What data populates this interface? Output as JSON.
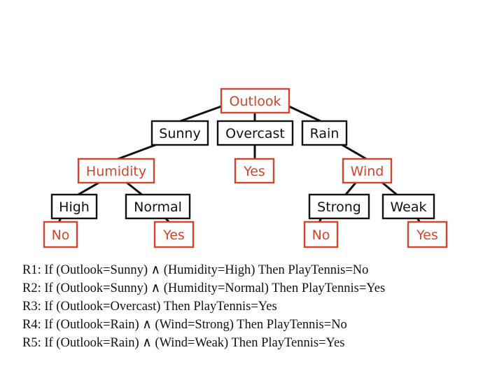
{
  "tree": {
    "nodes": [
      {
        "id": "outlook",
        "label": "Outlook",
        "kind": "attribute"
      },
      {
        "id": "sunny",
        "label": "Sunny",
        "kind": "value"
      },
      {
        "id": "overcast",
        "label": "Overcast",
        "kind": "value"
      },
      {
        "id": "rain",
        "label": "Rain",
        "kind": "value"
      },
      {
        "id": "humidity",
        "label": "Humidity",
        "kind": "attribute"
      },
      {
        "id": "yes_overcast",
        "label": "Yes",
        "kind": "leaf"
      },
      {
        "id": "wind",
        "label": "Wind",
        "kind": "attribute"
      },
      {
        "id": "high",
        "label": "High",
        "kind": "value"
      },
      {
        "id": "normal",
        "label": "Normal",
        "kind": "value"
      },
      {
        "id": "strong",
        "label": "Strong",
        "kind": "value"
      },
      {
        "id": "weak",
        "label": "Weak",
        "kind": "value"
      },
      {
        "id": "no_high",
        "label": "No",
        "kind": "leaf"
      },
      {
        "id": "yes_normal",
        "label": "Yes",
        "kind": "leaf"
      },
      {
        "id": "no_strong",
        "label": "No",
        "kind": "leaf"
      },
      {
        "id": "yes_weak",
        "label": "Yes",
        "kind": "leaf"
      }
    ],
    "edges": [
      [
        "outlook",
        "sunny"
      ],
      [
        "outlook",
        "overcast"
      ],
      [
        "outlook",
        "rain"
      ],
      [
        "sunny",
        "humidity"
      ],
      [
        "overcast",
        "yes_overcast"
      ],
      [
        "rain",
        "wind"
      ],
      [
        "humidity",
        "high"
      ],
      [
        "humidity",
        "normal"
      ],
      [
        "wind",
        "strong"
      ],
      [
        "wind",
        "weak"
      ],
      [
        "high",
        "no_high"
      ],
      [
        "normal",
        "yes_normal"
      ],
      [
        "strong",
        "no_strong"
      ],
      [
        "weak",
        "yes_weak"
      ]
    ],
    "colors": {
      "attribute": "#d2452c",
      "value": "#111111",
      "leaf": "#d2452c",
      "edge": "#111111"
    }
  },
  "rules": [
    "R1: If (Outlook=Sunny) ∧ (Humidity=High) Then PlayTennis=No",
    "R2: If (Outlook=Sunny) ∧ (Humidity=Normal) Then PlayTennis=Yes",
    "R3: If (Outlook=Overcast) Then PlayTennis=Yes",
    "R4: If (Outlook=Rain) ∧  (Wind=Strong) Then PlayTennis=No",
    "R5: If (Outlook=Rain) ∧  (Wind=Weak) Then PlayTennis=Yes"
  ]
}
